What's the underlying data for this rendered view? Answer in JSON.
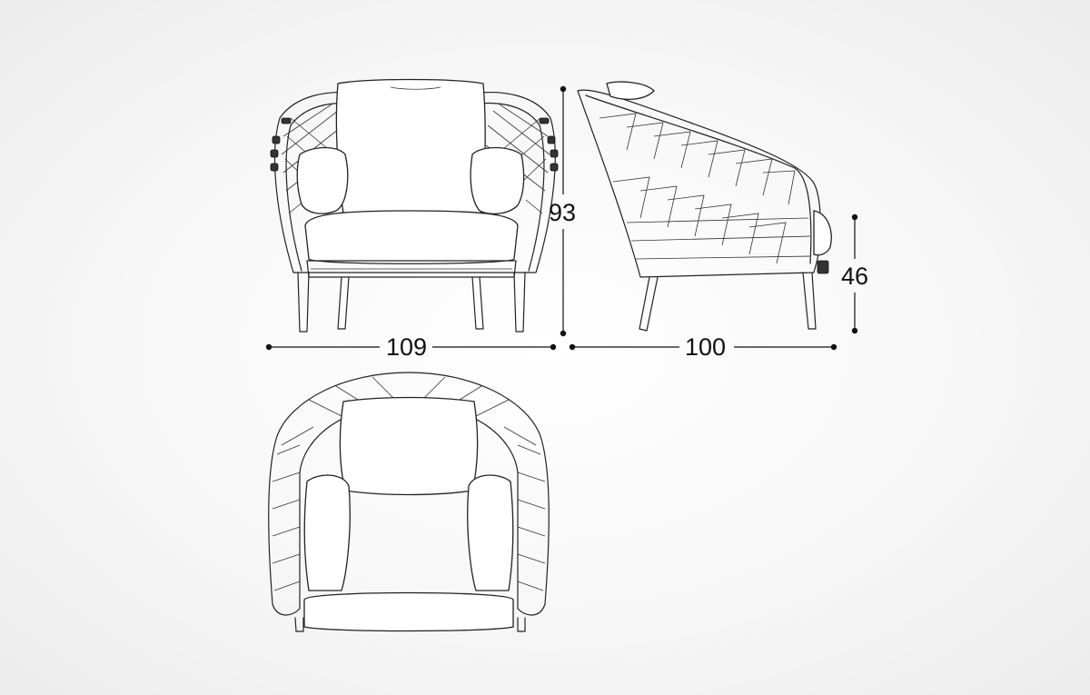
{
  "dimensions": {
    "width": "109",
    "depth": "100",
    "height": "93",
    "seat_height": "46"
  }
}
